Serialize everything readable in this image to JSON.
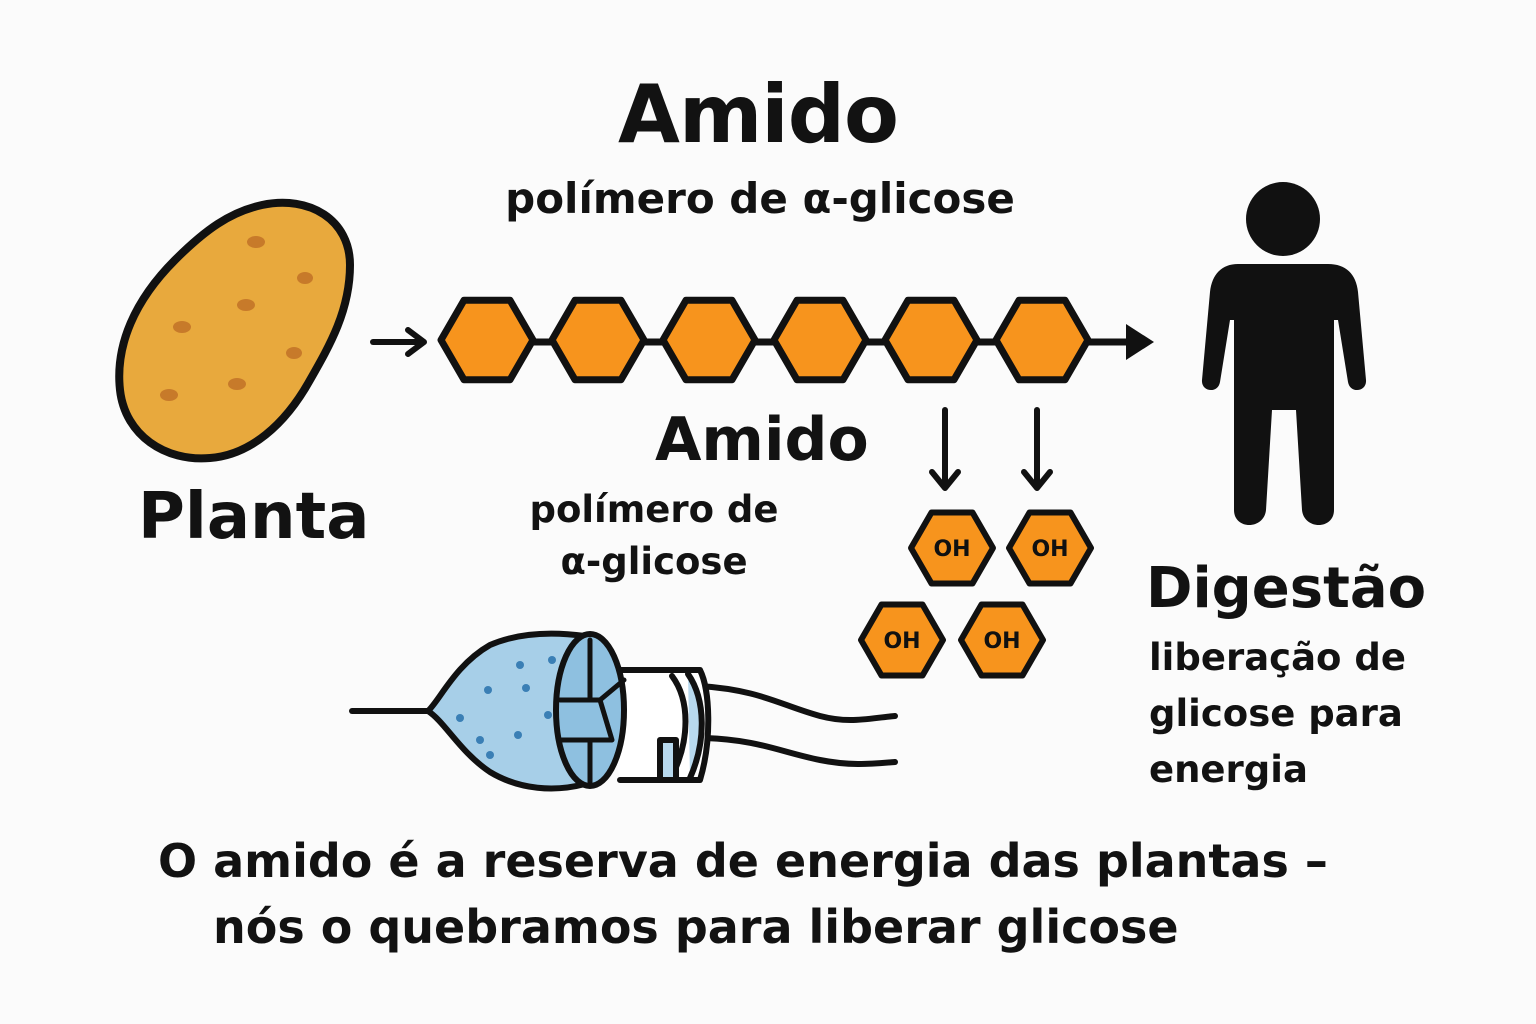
{
  "header": {
    "title": "Amido",
    "subtitle": "polímero de α-glicose"
  },
  "plant": {
    "label": "Planta",
    "icon": "potato-icon"
  },
  "chain": {
    "label": "Amido",
    "sublabel": "polímero de α-glicose",
    "unit_count": 6,
    "unit_color": "#f7941d"
  },
  "glucose_units": [
    "OH",
    "OH",
    "OH",
    "OH"
  ],
  "digestion": {
    "title": "Digestão",
    "description": "liberação de glicose para energia",
    "icon": "person-icon"
  },
  "enzyme": {
    "icon": "enzyme-icon",
    "color": "#a7cfe8"
  },
  "caption": {
    "line1": "O amido é a reserva de energia das plantas –",
    "line2": "nós o quebramos para liberar glicose"
  },
  "colors": {
    "potato": "#e8a93d",
    "potato_spot": "#c77a2a",
    "hexagon": "#f7941d",
    "enzyme_dark": "#8ec0e0",
    "enzyme_light": "#b8d9ee",
    "ink": "#111111",
    "background": "#fbfbfb"
  }
}
